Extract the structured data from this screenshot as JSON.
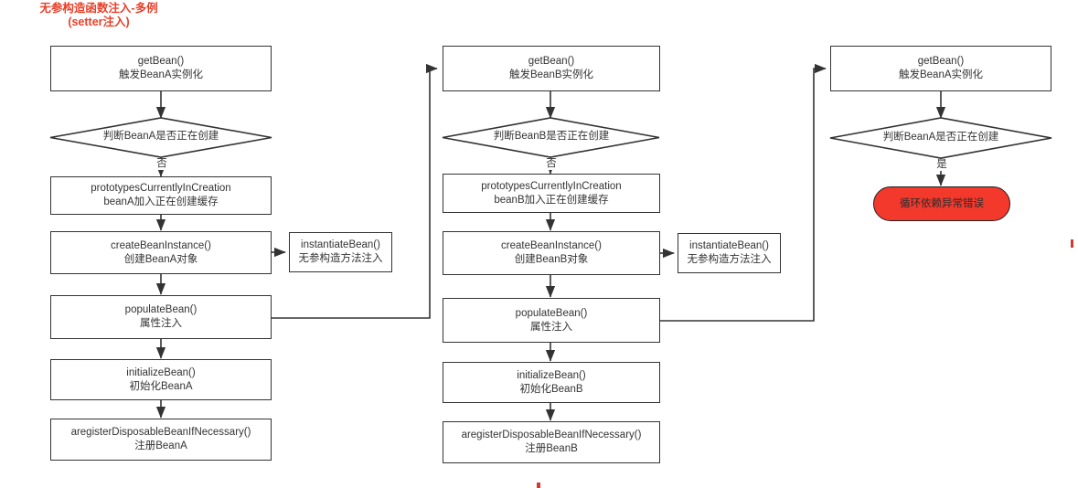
{
  "title": {
    "text": "无参构造函数注入-多例\n(setter注入)",
    "color": "#e8402a"
  },
  "colors": {
    "stroke": "#333333",
    "text": "#333333",
    "error_fill": "#f2392c",
    "background": "#ffffff"
  },
  "columns": [
    {
      "id": "column-bean-a",
      "nodes": [
        {
          "id": "get-bean-a",
          "shape": "box",
          "line1": "getBean()",
          "line2": "触发BeanA实例化"
        },
        {
          "id": "decide-bean-a",
          "shape": "diamond",
          "line1": "判断BeanA是否正在创建",
          "line2": ""
        },
        {
          "id": "prototypes-cache-a",
          "shape": "box",
          "line1": "prototypesCurrentlyInCreation",
          "line2": "beanA加入正在创建缓存"
        },
        {
          "id": "create-bean-instance-a",
          "shape": "box",
          "line1": "createBeanInstance()",
          "line2": "创建BeanA对象"
        },
        {
          "id": "populate-bean-a",
          "shape": "box",
          "line1": "populateBean()",
          "line2": "属性注入"
        },
        {
          "id": "initialize-bean-a",
          "shape": "box",
          "line1": "initializeBean()",
          "line2": "初始化BeanA"
        },
        {
          "id": "register-disposable-a",
          "shape": "box",
          "line1": "aregisterDisposableBeanIfNecessary()",
          "line2": "注册BeanA"
        }
      ],
      "side_node": {
        "id": "instantiate-bean-a",
        "shape": "box",
        "line1": "instantiateBean()",
        "line2": "无参构造方法注入"
      },
      "decision_label": "否"
    },
    {
      "id": "column-bean-b",
      "nodes": [
        {
          "id": "get-bean-b",
          "shape": "box",
          "line1": "getBean()",
          "line2": "触发BeanB实例化"
        },
        {
          "id": "decide-bean-b",
          "shape": "diamond",
          "line1": "判断BeanB是否正在创建",
          "line2": ""
        },
        {
          "id": "prototypes-cache-b",
          "shape": "box",
          "line1": "prototypesCurrentlyInCreation",
          "line2": "beanB加入正在创建缓存"
        },
        {
          "id": "create-bean-instance-b",
          "shape": "box",
          "line1": "createBeanInstance()",
          "line2": "创建BeanB对象"
        },
        {
          "id": "populate-bean-b",
          "shape": "box",
          "line1": "populateBean()",
          "line2": "属性注入"
        },
        {
          "id": "initialize-bean-b",
          "shape": "box",
          "line1": "initializeBean()",
          "line2": "初始化BeanB"
        },
        {
          "id": "register-disposable-b",
          "shape": "box",
          "line1": "aregisterDisposableBeanIfNecessary()",
          "line2": "注册BeanB"
        }
      ],
      "side_node": {
        "id": "instantiate-bean-b",
        "shape": "box",
        "line1": "instantiateBean()",
        "line2": "无参构造方法注入"
      },
      "decision_label": "否"
    },
    {
      "id": "column-bean-a-circular",
      "nodes": [
        {
          "id": "get-bean-a-2",
          "shape": "box",
          "line1": "getBean()",
          "line2": "触发BeanA实例化"
        },
        {
          "id": "decide-bean-a-2",
          "shape": "diamond",
          "line1": "判断BeanA是否正在创建",
          "line2": ""
        },
        {
          "id": "circular-dependency-error",
          "shape": "rounded-error",
          "line1": "循环依赖异常错误",
          "line2": ""
        }
      ],
      "side_node": null,
      "decision_label": "是"
    }
  ]
}
